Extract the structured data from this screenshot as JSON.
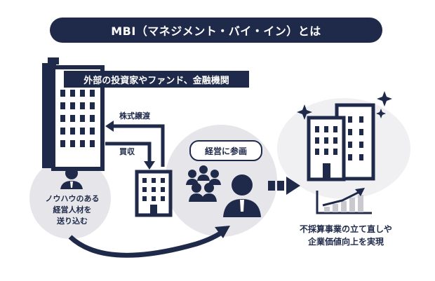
{
  "title": "MBI（マネジメント・バイ・イン）とは",
  "external_party": "外部の投資家やファンド、金融機関",
  "share_transfer": "株式譲渡",
  "acquisition": "買収",
  "management_participation": "経営に参画",
  "know_how_talent": [
    "ノウハウのある",
    "経営人材を",
    "送り込む"
  ],
  "outcome": [
    "不採算事業の立て直しや",
    "企業価値向上を実現"
  ],
  "colors": {
    "navy": "#1f2a4a",
    "light_gray": "#e6e6ea",
    "mid_gray": "#c9c9cf",
    "white": "#ffffff"
  }
}
